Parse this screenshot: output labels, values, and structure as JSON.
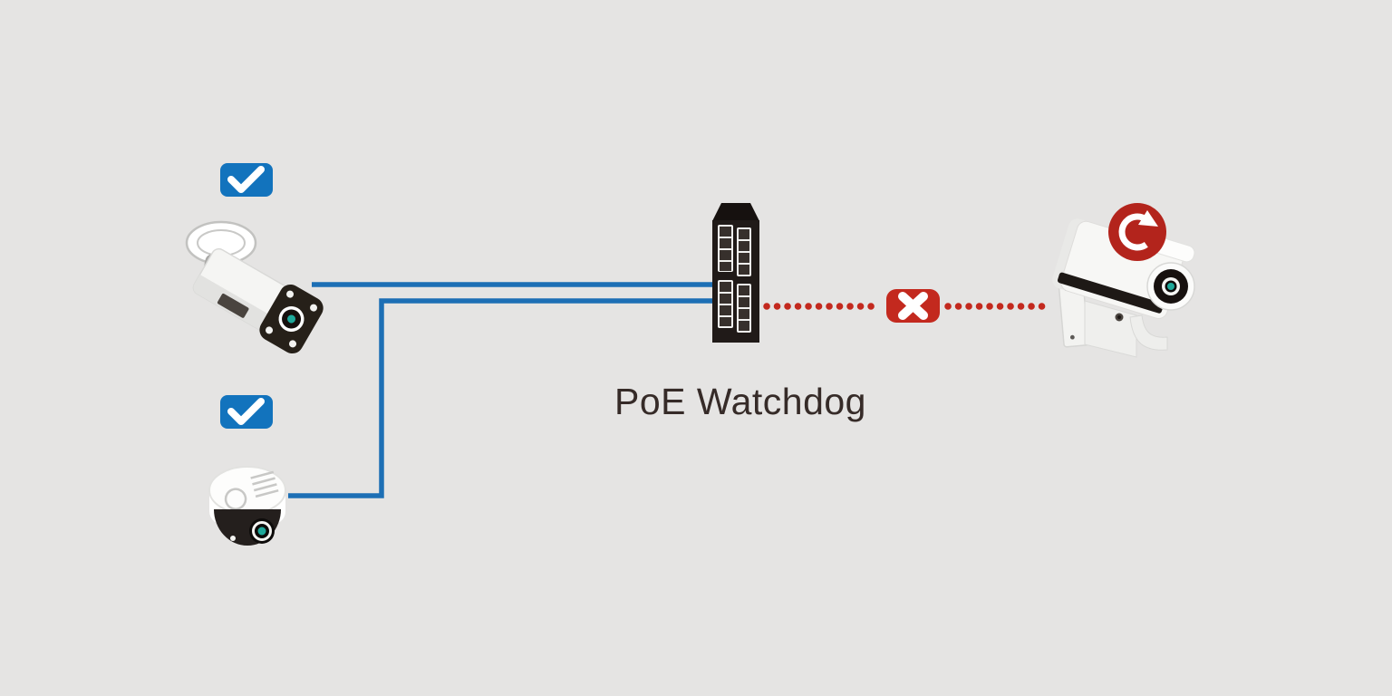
{
  "title": {
    "text": "PoE Watchdog"
  },
  "colors": {
    "background": "#e5e4e3",
    "cable_blue": "#1d6fb5",
    "badge_blue": "#1273bd",
    "alert_red": "#c3291e",
    "restart_red": "#b3241c",
    "device_dark": "#201a18",
    "lens_teal": "#1fa89a",
    "text": "#362b28"
  },
  "icons": {
    "status_ok": "checkmark-icon",
    "link_down": "x-badge-icon",
    "power_cycle": "restart-icon"
  },
  "nodes": [
    {
      "id": "bullet-camera",
      "type": "ceiling-mounted bullet camera",
      "badge": "checkmark-icon"
    },
    {
      "id": "dome-camera",
      "type": "dome camera",
      "badge": "checkmark-icon"
    },
    {
      "id": "poe-switch",
      "type": "PoE network switch",
      "label": "PoE Watchdog"
    },
    {
      "id": "wall-camera",
      "type": "wall-mounted bullet camera",
      "badge": "restart-icon"
    }
  ],
  "edges": [
    {
      "from": "bullet-camera",
      "to": "poe-switch",
      "style": "solid",
      "color": "#1d6fb5"
    },
    {
      "from": "dome-camera",
      "to": "poe-switch",
      "style": "solid",
      "color": "#1d6fb5"
    },
    {
      "from": "poe-switch",
      "to": "wall-camera",
      "style": "dotted",
      "color": "#c3291e",
      "marker": "x-badge-icon"
    }
  ]
}
